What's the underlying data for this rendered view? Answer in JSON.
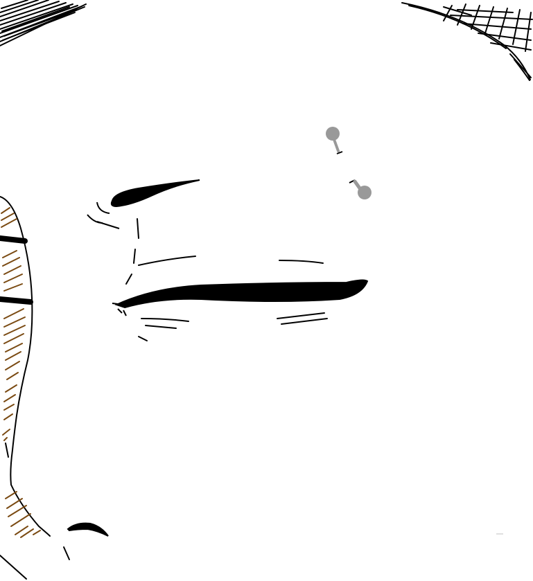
{
  "artwork": {
    "description_visible_text": "",
    "colors": {
      "background": "#ffffff",
      "ink": "#000000",
      "hatch_brown": "#7a4a12",
      "piercing_gray": "#999999"
    },
    "elements": [
      "top-left-hair-hatching",
      "top-right-crosshatch",
      "eyebrow",
      "eye-lash-line",
      "eye-creases",
      "brow-piercing",
      "face-contour",
      "brown-skin-hatching",
      "nostril"
    ]
  }
}
